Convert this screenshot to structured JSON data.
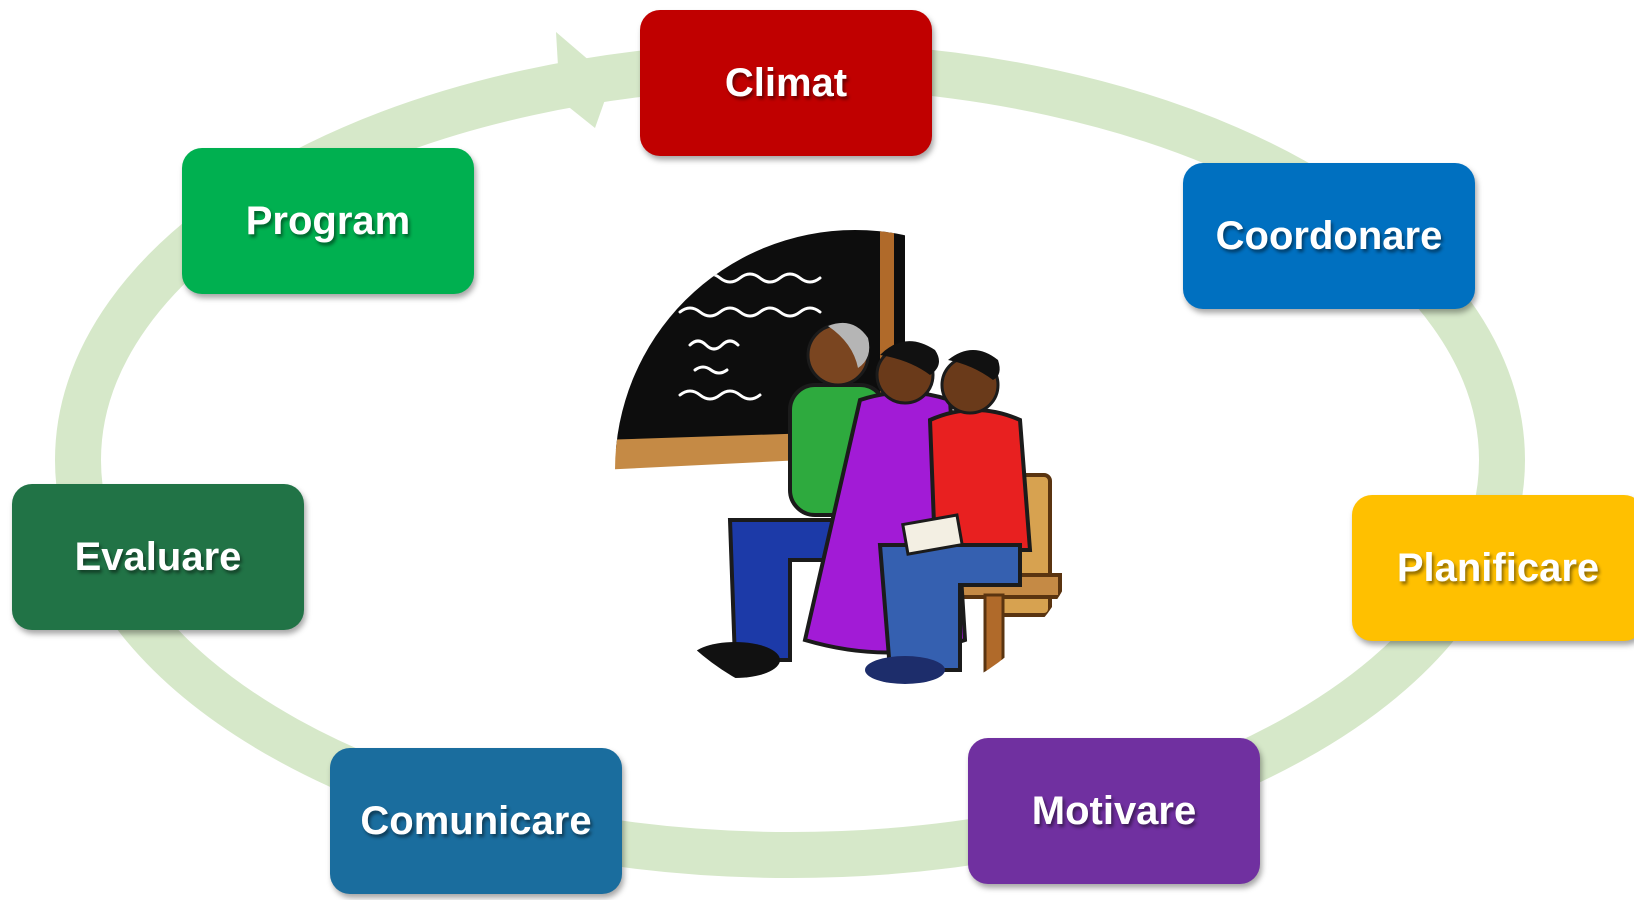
{
  "diagram": {
    "ring_color": "#d6e8c9",
    "nodes": [
      {
        "label": "Climat",
        "color": "#c00000"
      },
      {
        "label": "Coordonare",
        "color": "#0070c0"
      },
      {
        "label": "Planificare",
        "color": "#ffc000"
      },
      {
        "label": "Motivare",
        "color": "#7030a0"
      },
      {
        "label": "Comunicare",
        "color": "#1a6d9e"
      },
      {
        "label": "Evaluare",
        "color": "#217346"
      },
      {
        "label": "Program",
        "color": "#00b050"
      }
    ],
    "center_image": {
      "icon": "classroom-blackboard-illustration"
    }
  }
}
